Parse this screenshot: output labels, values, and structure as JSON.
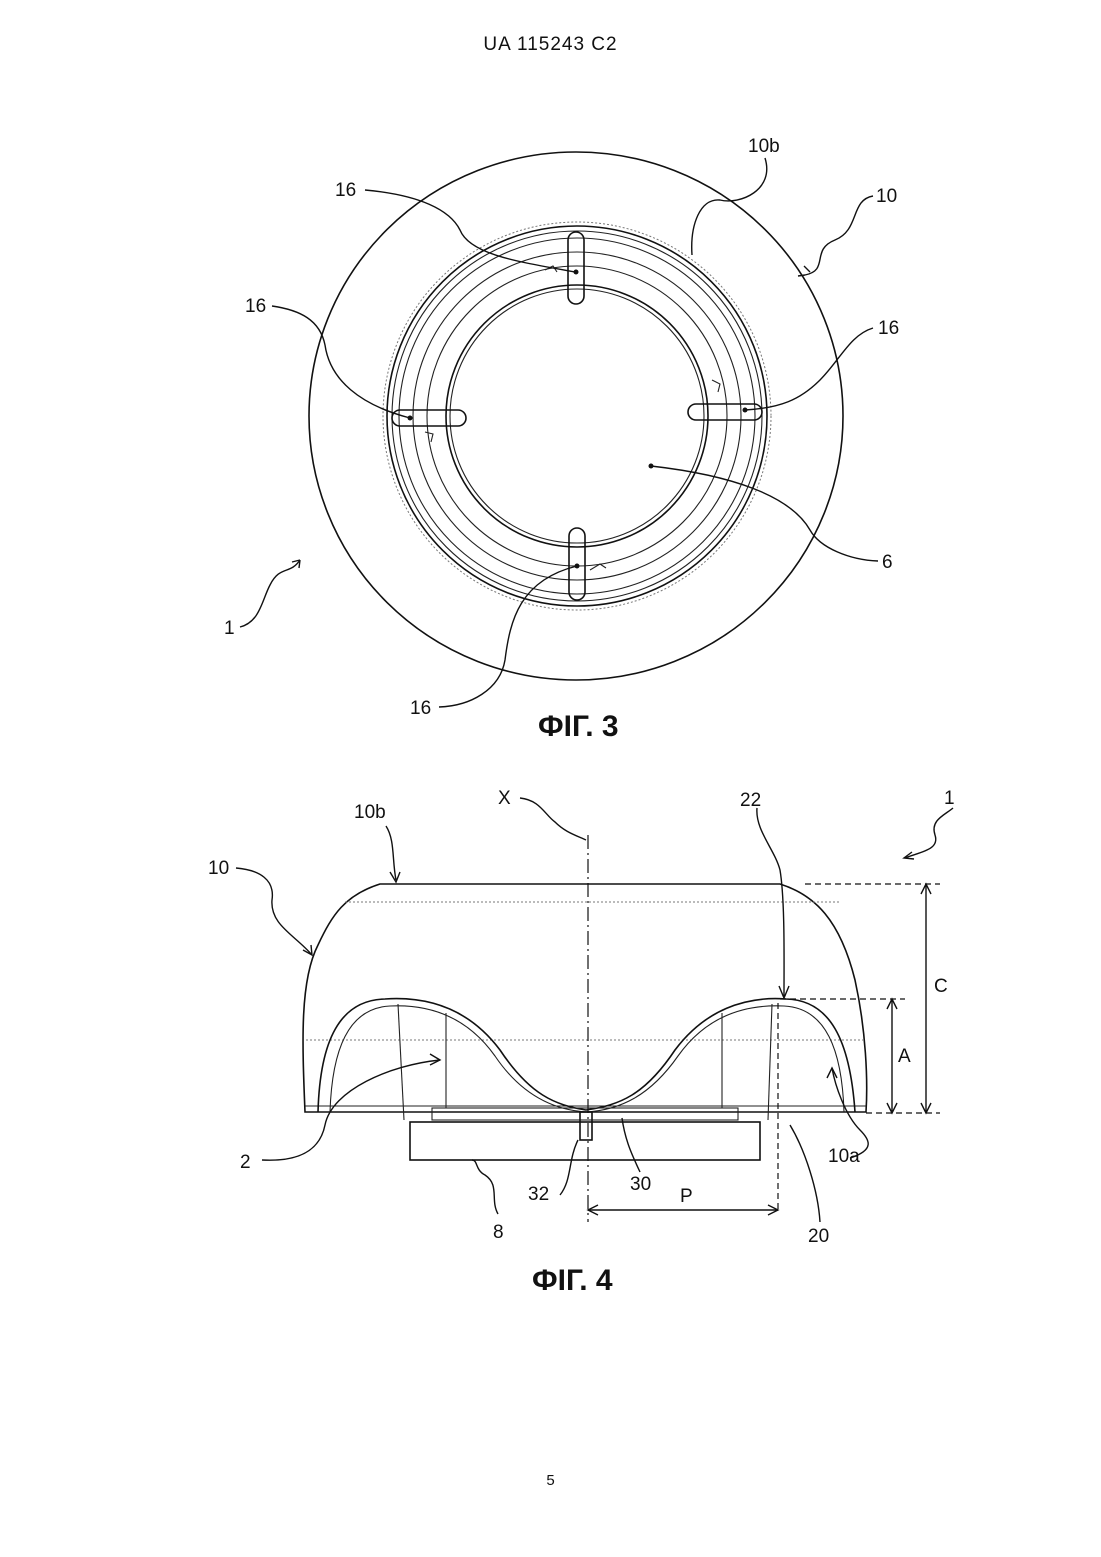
{
  "header": {
    "patent_number": "UA   115243   C2"
  },
  "figure3": {
    "caption": "ФІГ. 3",
    "labels": {
      "l10b": "10b",
      "l10": "10",
      "l16_top": "16",
      "l16_left": "16",
      "l16_right": "16",
      "l16_bottom": "16",
      "l6": "6",
      "l1": "1"
    }
  },
  "figure4": {
    "caption": "ФІГ. 4",
    "labels": {
      "l10b": "10b",
      "lX": "X",
      "l22": "22",
      "l1": "1",
      "l10": "10",
      "lC": "C",
      "lA": "A",
      "l2": "2",
      "l10a": "10a",
      "l32": "32",
      "l30": "30",
      "lP": "P",
      "l8": "8",
      "l20": "20"
    }
  },
  "footer": {
    "page_number": "5"
  }
}
